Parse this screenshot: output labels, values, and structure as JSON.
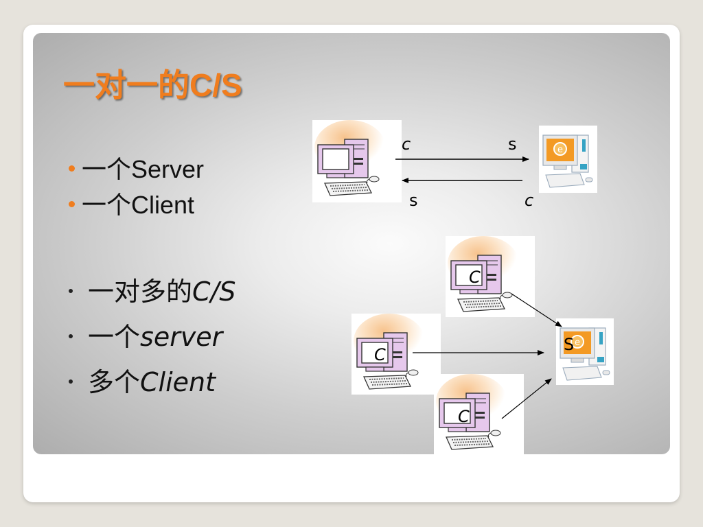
{
  "title": "一对一的C/S",
  "one_to_one": {
    "bullets": [
      "一个Server",
      "一个Client"
    ],
    "labels": {
      "client_top": "c",
      "server_top": "s",
      "client_bottom": "s",
      "server_bottom": "c"
    }
  },
  "one_to_many": {
    "bullets": [
      {
        "zh": "一对多的",
        "en": "C/S"
      },
      {
        "zh": "一个",
        "en": "server"
      },
      {
        "zh": "多个",
        "en": "Client"
      }
    ],
    "labels": {
      "client_1": "C",
      "client_2": "C",
      "client_3": "C",
      "server": "S"
    }
  },
  "colors": {
    "title": "#f07d1e",
    "bullet_accent": "#f07d1e",
    "arrow": "#000000",
    "computer": "#e6c8ec",
    "screen_mac": "#f39a24"
  },
  "icons": [
    "computer-icon",
    "server-computer-icon",
    "arrow-right",
    "arrow-left"
  ]
}
